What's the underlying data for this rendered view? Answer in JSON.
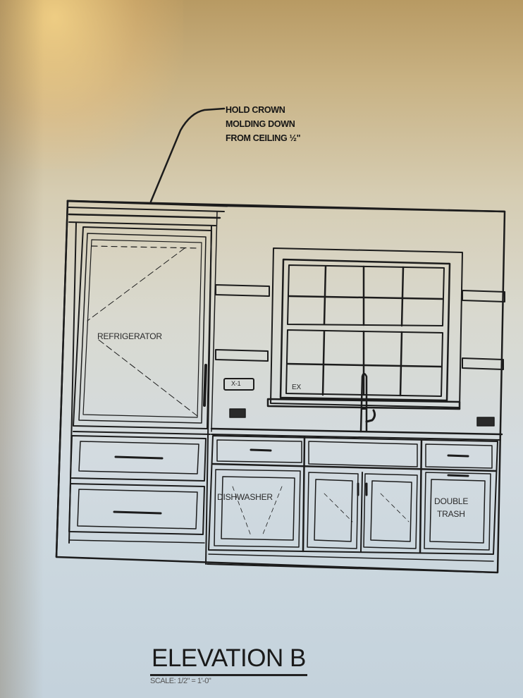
{
  "drawing": {
    "title": "ELEVATION B",
    "scale": "SCALE: 1/2\" = 1'-0\"",
    "callout": {
      "line1": "HOLD CROWN",
      "line2": "MOLDING DOWN",
      "line3": "FROM CEILING ½\""
    },
    "labels": {
      "refrigerator": "REFRIGERATOR",
      "dishwasher": "DISHWASHER",
      "double_trash_line1": "DOUBLE",
      "double_trash_line2": "TRASH",
      "switch_tag": "X-1",
      "window_tag": "EX"
    }
  },
  "colors": {
    "line": "#1c1c1c",
    "paper": "#d8dcd6"
  }
}
